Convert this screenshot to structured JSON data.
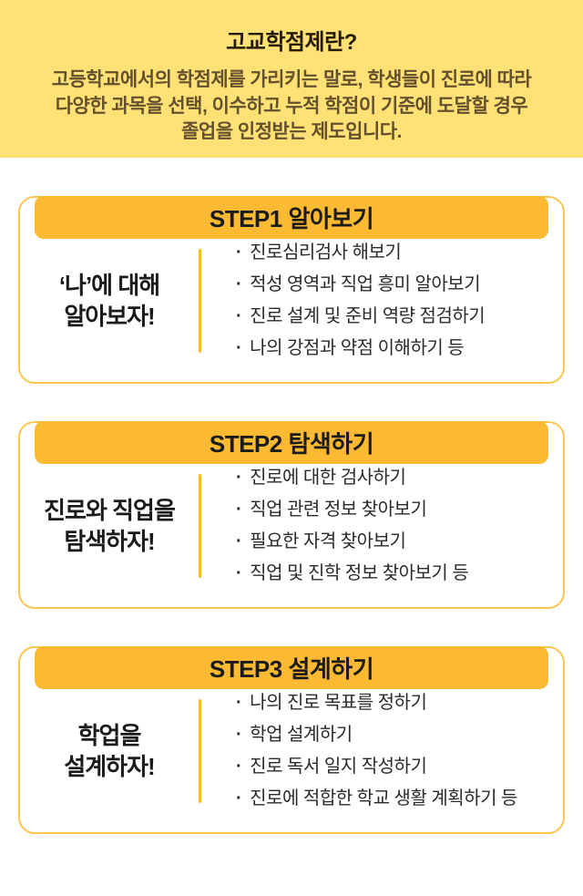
{
  "banner": {
    "title": "고교학점제란?",
    "lines": [
      "고등학교에서의 학점제를 가리키는 말로, 학생들이 진로에 따라",
      "다양한 과목을 선택, 이수하고 누적 학점이 기준에 도달할 경우",
      "졸업을 인정받는 제도입니다."
    ]
  },
  "bullet": "·",
  "colors": {
    "banner_bg": "#ffe175",
    "bar_bg": "#fcba33",
    "card_border": "#fbc54e",
    "divider": "#fbb62f",
    "title_text": "#251b07",
    "body_text": "#63502d",
    "dark_text": "#1b1b1b",
    "item_text": "#2b2b2b"
  },
  "steps": [
    {
      "title": "STEP1 알아보기",
      "label_lines": [
        "‘나’에 대해",
        "알아보자!"
      ],
      "items": [
        "진로심리검사 해보기",
        "적성 영역과 직업 흥미 알아보기",
        "진로 설계 및 준비 역량 점검하기",
        "나의 강점과 약점 이해하기 등"
      ]
    },
    {
      "title": "STEP2 탐색하기",
      "label_lines": [
        "진로와 직업을",
        "탐색하자!"
      ],
      "items": [
        "진로에 대한 검사하기",
        "직업 관련 정보 찾아보기",
        "필요한 자격 찾아보기",
        "직업 및 진학 정보 찾아보기 등"
      ]
    },
    {
      "title": "STEP3 설계하기",
      "label_lines": [
        "학업을",
        "설계하자!"
      ],
      "items": [
        "나의 진로 목표를 정하기",
        "학업 설계하기",
        "진로 독서 일지 작성하기",
        "진로에 적합한 학교 생활 계획하기 등"
      ]
    }
  ]
}
